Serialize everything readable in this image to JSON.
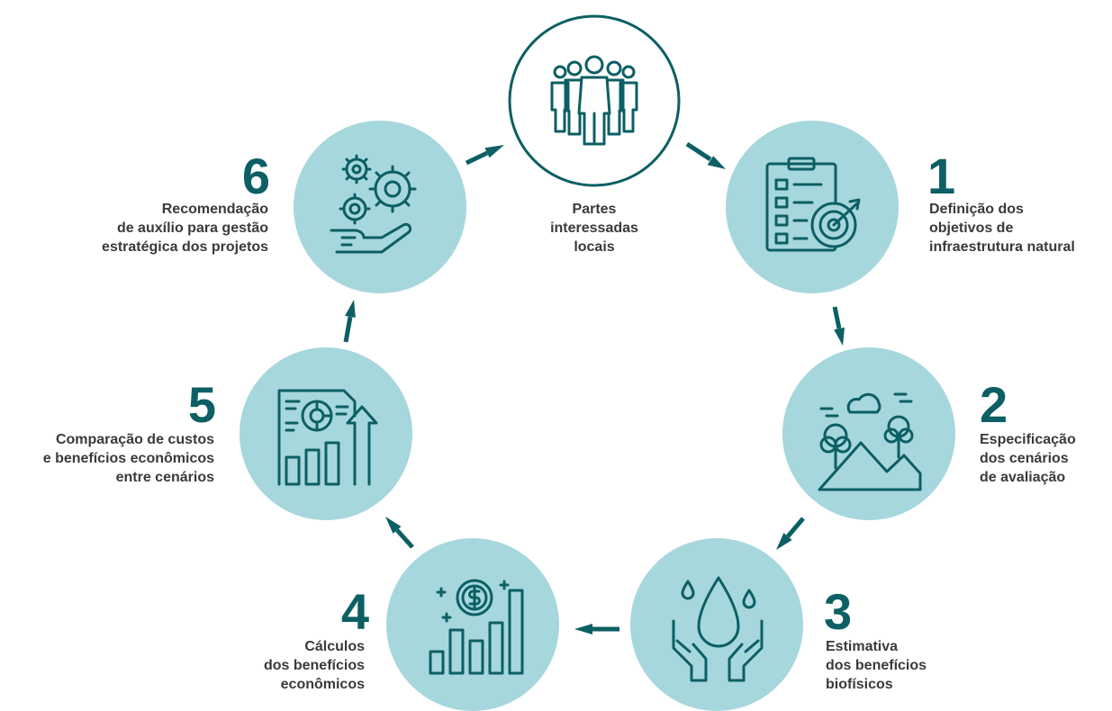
{
  "center_node": {
    "label": "Partes\ninteressadas\nlocais",
    "icon": "people-group-icon"
  },
  "steps": [
    {
      "number": "1",
      "label": "Definição dos\nobjetivos de\ninfraestrutura natural",
      "icon": "checklist-target-icon"
    },
    {
      "number": "2",
      "label": "Especificação\ndos cenários\nde avaliação",
      "icon": "landscape-mountain-icon"
    },
    {
      "number": "3",
      "label": "Estimativa\ndos benefícios\nbiofísicos",
      "icon": "water-drop-hands-icon"
    },
    {
      "number": "4",
      "label": "Cálculos\ndos benefícios\neconômicos",
      "icon": "money-growth-chart-icon"
    },
    {
      "number": "5",
      "label": "Comparação de custos\ne benefícios econômicos\nentre cenários",
      "icon": "report-bar-chart-icon"
    },
    {
      "number": "6",
      "label": "Recomendação\nde auxílio para gestão\nestratégica dos projetos",
      "icon": "gears-hand-icon"
    }
  ],
  "colors": {
    "accent": "#0c5f64",
    "circle_fill": "#a6d7dc",
    "text": "#3a3a3a"
  }
}
